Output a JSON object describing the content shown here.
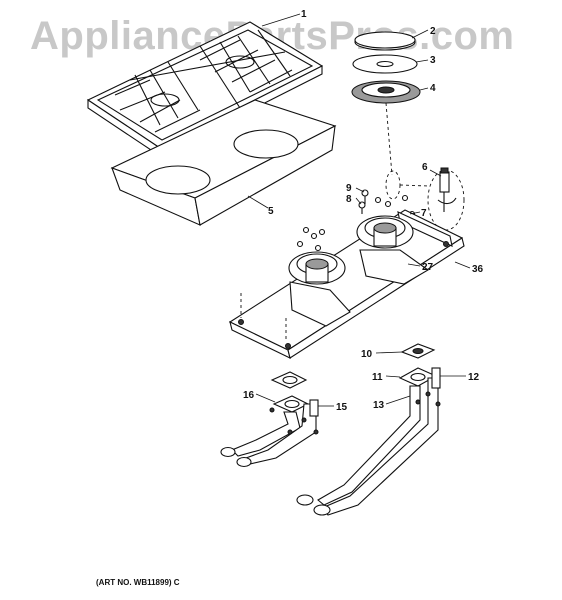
{
  "watermark": "AppliancePartsPros.com",
  "art_number": "(ART NO. WB11899) C",
  "callouts": {
    "p1": "1",
    "p2": "2",
    "p3": "3",
    "p4": "4",
    "p5": "5",
    "p6": "6",
    "p7": "7",
    "p8": "8",
    "p9": "9",
    "p10": "10",
    "p11": "11",
    "p12": "12",
    "p13": "13",
    "p15": "15",
    "p16": "16",
    "p27": "27",
    "p36": "36"
  }
}
